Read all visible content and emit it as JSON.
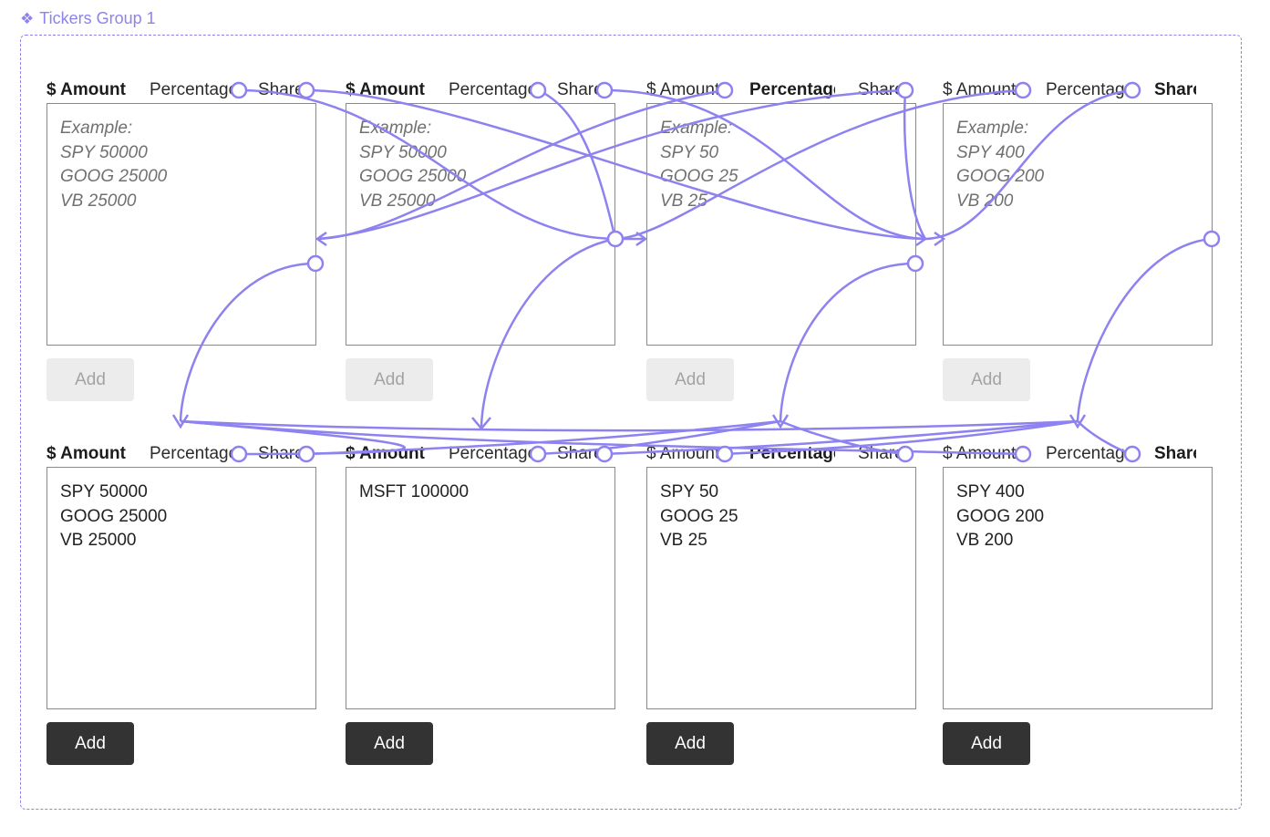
{
  "group": {
    "title": "Tickers Group 1",
    "icon": "component-diamond-icon",
    "accent_color": "#8d82f0"
  },
  "rows": [
    {
      "cards": [
        {
          "tabs": [
            "$ Amount",
            "Percentage",
            "Share"
          ],
          "active_tab": 0,
          "text": "Example:\nSPY 50000\nGOOG 25000\nVB 25000",
          "is_placeholder": true,
          "button_label": "Add",
          "button_enabled": false
        },
        {
          "tabs": [
            "$ Amount",
            "Percentage",
            "Share"
          ],
          "active_tab": 0,
          "text": "Example:\nSPY 50000\nGOOG 25000\nVB 25000",
          "is_placeholder": true,
          "button_label": "Add",
          "button_enabled": false
        },
        {
          "tabs": [
            "$ Amount",
            "Percentage",
            "Share"
          ],
          "active_tab": 1,
          "text": "Example:\nSPY 50\nGOOG 25\nVB 25",
          "is_placeholder": true,
          "button_label": "Add",
          "button_enabled": false
        },
        {
          "tabs": [
            "$ Amount",
            "Percentage",
            "Share"
          ],
          "active_tab": 2,
          "text": "Example:\nSPY 400\nGOOG 200\nVB 200",
          "is_placeholder": true,
          "button_label": "Add",
          "button_enabled": false
        }
      ]
    },
    {
      "cards": [
        {
          "tabs": [
            "$ Amount",
            "Percentage",
            "Share"
          ],
          "active_tab": 0,
          "text": "SPY 50000\nGOOG 25000\nVB 25000",
          "is_placeholder": false,
          "button_label": "Add",
          "button_enabled": true
        },
        {
          "tabs": [
            "$ Amount",
            "Percentage",
            "Share"
          ],
          "active_tab": 0,
          "text": "MSFT 100000",
          "is_placeholder": false,
          "button_label": "Add",
          "button_enabled": true
        },
        {
          "tabs": [
            "$ Amount",
            "Percentage",
            "Share"
          ],
          "active_tab": 1,
          "text": "SPY 50\nGOOG 25\nVB 25",
          "is_placeholder": false,
          "button_label": "Add",
          "button_enabled": true
        },
        {
          "tabs": [
            "$ Amount",
            "Percentage",
            "Share"
          ],
          "active_tab": 2,
          "text": "SPY 400\nGOOG 200\nVB 200",
          "is_placeholder": false,
          "button_label": "Add",
          "button_enabled": true
        }
      ]
    }
  ]
}
